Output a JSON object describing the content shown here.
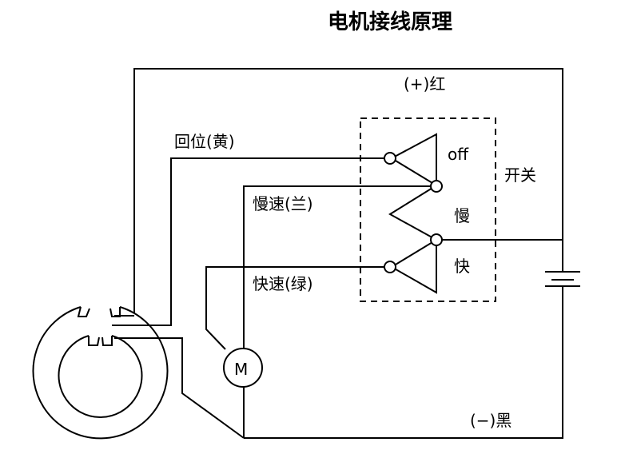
{
  "title": "电机接线原理",
  "labels": {
    "positive": "(+)红",
    "negative": "(−)黑",
    "return_pos": "回位(黄)",
    "slow_speed": "慢速(兰)",
    "fast_speed": "快速(绿)",
    "off": "off",
    "slow": "慢",
    "fast": "快",
    "switch": "开关",
    "motor": "M"
  }
}
